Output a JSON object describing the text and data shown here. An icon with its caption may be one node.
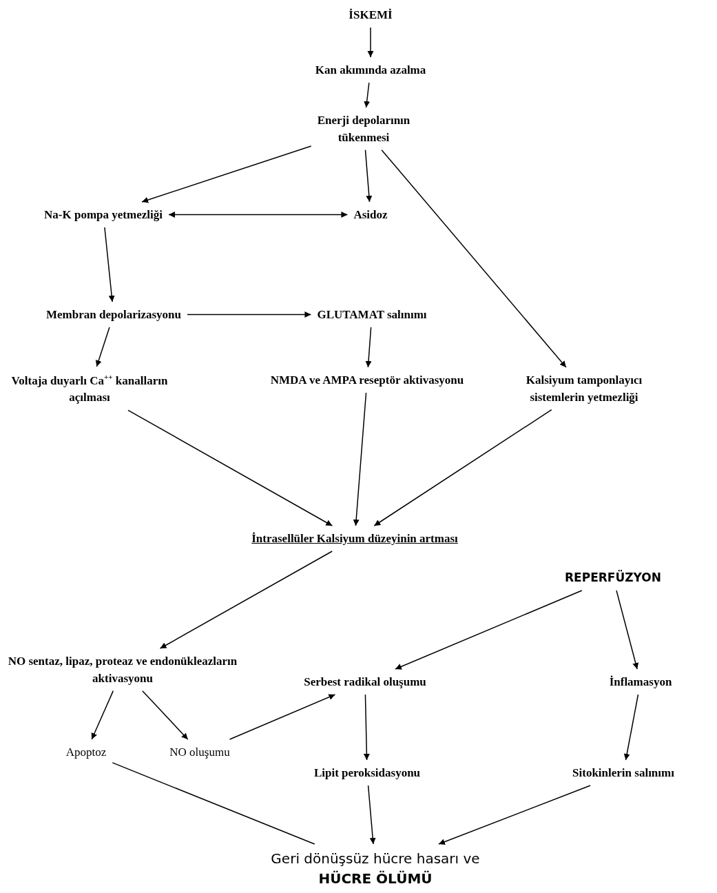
{
  "diagram": {
    "nodes": [
      {
        "text": [
          "İSKEMİ"
        ]
      },
      {
        "text": [
          "Kan akımında azalma"
        ]
      },
      {
        "text": [
          "Enerji depolarının tükenmesi"
        ]
      },
      {
        "text": [
          "Na-K pompa yetmezliği"
        ]
      },
      {
        "text": [
          "Asidoz"
        ]
      },
      {
        "text": [
          "Membran depolarizasyonu"
        ]
      },
      {
        "text": [
          "GLUTAMAT salınımı"
        ]
      },
      {
        "text": [
          "Voltaja duyarlı Ca$^{++}$ kanalların açılması"
        ]
      },
      {
        "text": [
          "NMDA ve AMPA reseptör aktivasyonu"
        ]
      },
      {
        "text": [
          "Kalsiyum tamponlayıcı sistemlerin yetmezliği"
        ]
      },
      {
        "text": [
          "İntrasellüler Kalsiyum düzeyinin artması"
        ]
      },
      {
        "text": [
          "REPERFÜZYON"
        ]
      },
      {
        "text": [
          "NO sentaz, lipaz, proteaz ve endonükleazların aktivasyonu"
        ]
      },
      {
        "text": [
          "Serbest radikal oluşumu"
        ]
      },
      {
        "text": [
          "İnflamasyon"
        ]
      },
      {
        "text": [
          "Apoptoz"
        ]
      },
      {
        "text": [
          "NO oluşumu"
        ]
      },
      {
        "text": [
          "Lipit peroksidasyonu"
        ]
      },
      {
        "text": [
          "Sitokinlerin salınımı"
        ]
      },
      {
        "text": [
          "Geri dönüşsüz hücre hasarı ve",
          "HÜCRE ÖLÜMÜ"
        ]
      }
    ],
    "edges": [
      {
        "from": 0,
        "to": 1,
        "arrow": "to"
      },
      {
        "from": 1,
        "to": 2,
        "arrow": "to"
      },
      {
        "from": 2,
        "to": 3,
        "arrow": "to"
      },
      {
        "from": 2,
        "to": 4,
        "arrow": "to"
      },
      {
        "from": 2,
        "to": 9,
        "arrow": "to"
      },
      {
        "from": 3,
        "to": 4,
        "arrow": "both"
      },
      {
        "from": 3,
        "to": 5,
        "arrow": "to"
      },
      {
        "from": 5,
        "to": 6,
        "arrow": "to"
      },
      {
        "from": 5,
        "to": 7,
        "arrow": "to"
      },
      {
        "from": 6,
        "to": 8,
        "arrow": "to"
      },
      {
        "from": 7,
        "to": 10,
        "arrow": "to"
      },
      {
        "from": 8,
        "to": 10,
        "arrow": "to"
      },
      {
        "from": 9,
        "to": 10,
        "arrow": "to"
      },
      {
        "from": 10,
        "to": 12,
        "arrow": "to"
      },
      {
        "from": 11,
        "to": 13,
        "arrow": "to"
      },
      {
        "from": 11,
        "to": 14,
        "arrow": "to"
      },
      {
        "from": 12,
        "to": 15,
        "arrow": "to"
      },
      {
        "from": 12,
        "to": 16,
        "arrow": "to"
      },
      {
        "from": 16,
        "to": 13,
        "arrow": "to"
      },
      {
        "from": 13,
        "to": 17,
        "arrow": "to"
      },
      {
        "from": 14,
        "to": 18,
        "arrow": "to"
      },
      {
        "from": 15,
        "to": 19,
        "arrow": "none"
      },
      {
        "from": 17,
        "to": 19,
        "arrow": "to"
      },
      {
        "from": 18,
        "to": 19,
        "arrow": "to"
      }
    ]
  }
}
